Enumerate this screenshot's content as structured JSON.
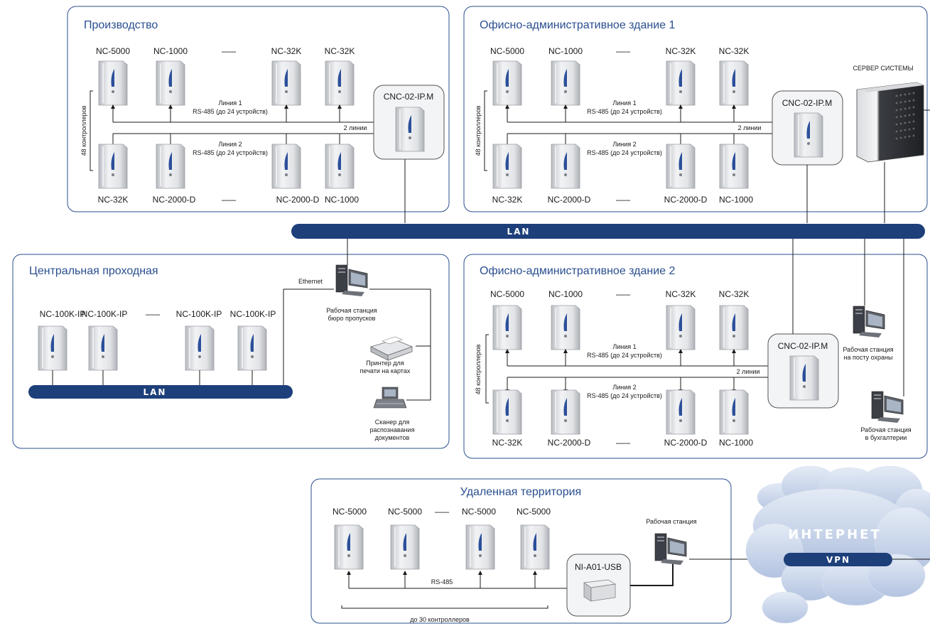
{
  "zones": {
    "production": "Производство",
    "office1": "Офисно-административное здание 1",
    "central": "Центральная проходная",
    "office2": "Офисно-административное здание 2",
    "remote": "Удаленная территория"
  },
  "dash": "–––",
  "controllers": {
    "nc5000": "NC-5000",
    "nc1000": "NC-1000",
    "nc32k": "NC-32K",
    "nc2000d": "NC-2000-D",
    "nc100kip": "NC-100K-IP",
    "cnc": "CNC-02-IP.M",
    "nia01": "NI-A01-USB"
  },
  "lines": {
    "line1": "Линия 1",
    "line2": "Линия 2",
    "rs485_24": "RS-485 (до 24 устройств)",
    "two_lines": "2 линии",
    "count48": "48 контроллеров",
    "rs485": "RS-485",
    "upto30": "до 30 контроллеров"
  },
  "network": {
    "lan": "LAN",
    "ethernet": "Ethernet",
    "internet": "ИНТЕРНЕТ",
    "vpn": "VPN"
  },
  "devices": {
    "server": "СЕРВЕР СИСТЕМЫ",
    "ws_badge_1": "Рабочая станция",
    "ws_badge_2": "бюро пропусков",
    "printer_1": "Принтер для",
    "printer_2": "печати на картах",
    "scanner_1": "Сканер для",
    "scanner_2": "распознавания",
    "scanner_3": "документов",
    "ws_guard_1": "Рабочая станция",
    "ws_guard_2": "на посту охраны",
    "ws_acc_1": "Рабочая станция",
    "ws_acc_2": "в бухгалтерии",
    "ws_remote": "Рабочая станция"
  },
  "colors": {
    "accent": "#2a4f8f",
    "lan_bar": "#1d3f7a",
    "cloud": "#c6d3ea"
  }
}
